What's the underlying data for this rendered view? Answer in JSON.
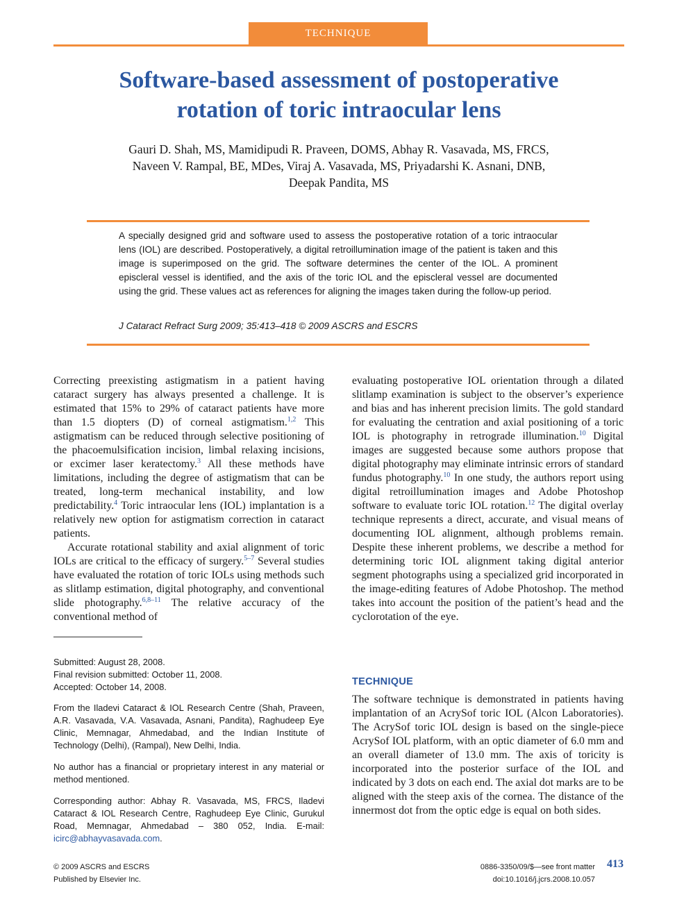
{
  "header": {
    "section_label": "TECHNIQUE",
    "title_line1": "Software-based assessment of postoperative",
    "title_line2": "rotation of toric intraocular lens"
  },
  "authors": {
    "line1": "Gauri D. Shah, MS, Mamidipudi R. Praveen, DOMS, Abhay R. Vasavada, MS, FRCS,",
    "line2": "Naveen V. Rampal, BE, MDes, Viraj A. Vasavada, MS, Priyadarshi K. Asnani, DNB,",
    "line3": "Deepak Pandita, MS"
  },
  "abstract": {
    "text": "A specially designed grid and software used to assess the postoperative rotation of a toric intraocular lens (IOL) are described. Postoperatively, a digital retroillumination image of the patient is taken and this image is superimposed on the grid. The software determines the center of the IOL. A prominent episcleral vessel is identified, and the axis of the toric IOL and the episcleral vessel are documented using the grid. These values act as references for aligning the images taken during the follow-up period.",
    "citation": "J Cataract Refract Surg 2009; 35:413–418 © 2009 ASCRS and ESCRS"
  },
  "body": {
    "p1_a": "Correcting preexisting astigmatism in a patient having cataract surgery has always presented a challenge. It is estimated that 15% to 29% of cataract patients have more than 1.5 diopters (D) of corneal astigmatism.",
    "p1_ref1": "1,2",
    "p1_b": " This astigmatism can be reduced through selective positioning of the phacoemulsification incision, limbal relaxing incisions, or excimer laser keratectomy.",
    "p1_ref2": "3",
    "p1_c": " All these methods have limitations, including the degree of astigmatism that can be treated, long-term mechanical instability, and low predictability.",
    "p1_ref3": "4",
    "p1_d": " Toric intraocular lens (IOL) implantation is a relatively new option for astigmatism correction in cataract patients.",
    "p2_a": "Accurate rotational stability and axial alignment of toric IOLs are critical to the efficacy of surgery.",
    "p2_ref1": "5–7",
    "p2_b": " Several studies have evaluated the rotation of toric IOLs using methods such as slitlamp estimation, digital photography, and conventional slide photography.",
    "p2_ref2": "6,8–11",
    "p2_c": " The relative accuracy of the conventional method of evaluating postoperative IOL orientation through a dilated slitlamp examination is subject to the observer’s experience and bias and has inherent precision limits. The gold standard for evaluating the centration and axial positioning of a toric IOL is photography in retrograde illumination.",
    "p2_ref3": "10",
    "p2_d": " Digital images are suggested because some authors propose that digital photography may eliminate intrinsic errors of standard fundus photography.",
    "p2_ref4": "10",
    "p2_e": " In one study, the authors report using digital retroillumination images and Adobe Photoshop software to evaluate toric IOL rotation.",
    "p2_ref5": "12",
    "p2_f": " The digital overlay technique represents a direct, accurate, and visual means of documenting IOL alignment, although problems remain. Despite these inherent problems, we describe a method for determining toric IOL alignment taking digital anterior segment photographs using a specialized grid incorporated in the image-editing features of Adobe Photoshop. The method takes into account the position of the patient’s head and the cyclorotation of the eye."
  },
  "technique": {
    "heading": "TECHNIQUE",
    "text": "The software technique is demonstrated in patients having implantation of an AcrySof toric IOL (Alcon Laboratories). The AcrySof toric IOL design is based on the single-piece AcrySof IOL platform, with an optic diameter of 6.0 mm and an overall diameter of 13.0 mm. The axis of toricity is incorporated into the posterior surface of the IOL and indicated by 3 dots on each end. The axial dot marks are to be aligned with the steep axis of the cornea. The distance of the innermost dot from the optic edge is equal on both sides."
  },
  "footnotes": {
    "submitted": "Submitted: August 28, 2008.",
    "final_revision": "Final revision submitted: October 11, 2008.",
    "accepted": "Accepted: October 14, 2008.",
    "affiliation": "From the Iladevi Cataract & IOL Research Centre (Shah, Praveen, A.R. Vasavada, V.A. Vasavada, Asnani, Pandita), Raghudeep Eye Clinic, Memnagar, Ahmedabad, and the Indian Institute of Technology (Delhi), (Rampal), New Delhi, India.",
    "disclosure": "No author has a financial or proprietary interest in any material or method mentioned.",
    "correspondence": "Corresponding author: Abhay R. Vasavada, MS, FRCS, Iladevi Cataract & IOL Research Centre, Raghudeep Eye Clinic, Gurukul Road, Memnagar, Ahmedabad – 380 052, India. E-mail: ",
    "email": "icirc@abhayvasavada.com",
    "email_end": "."
  },
  "footer": {
    "copyright": "© 2009 ASCRS and ESCRS",
    "publisher": "Published by Elsevier Inc.",
    "issn": "0886-3350/09/$—see front matter",
    "page_number": "413",
    "doi": "doi:10.1016/j.jcrs.2008.10.057"
  },
  "colors": {
    "accent_orange": "#f28c3a",
    "accent_blue": "#2b57a0"
  }
}
